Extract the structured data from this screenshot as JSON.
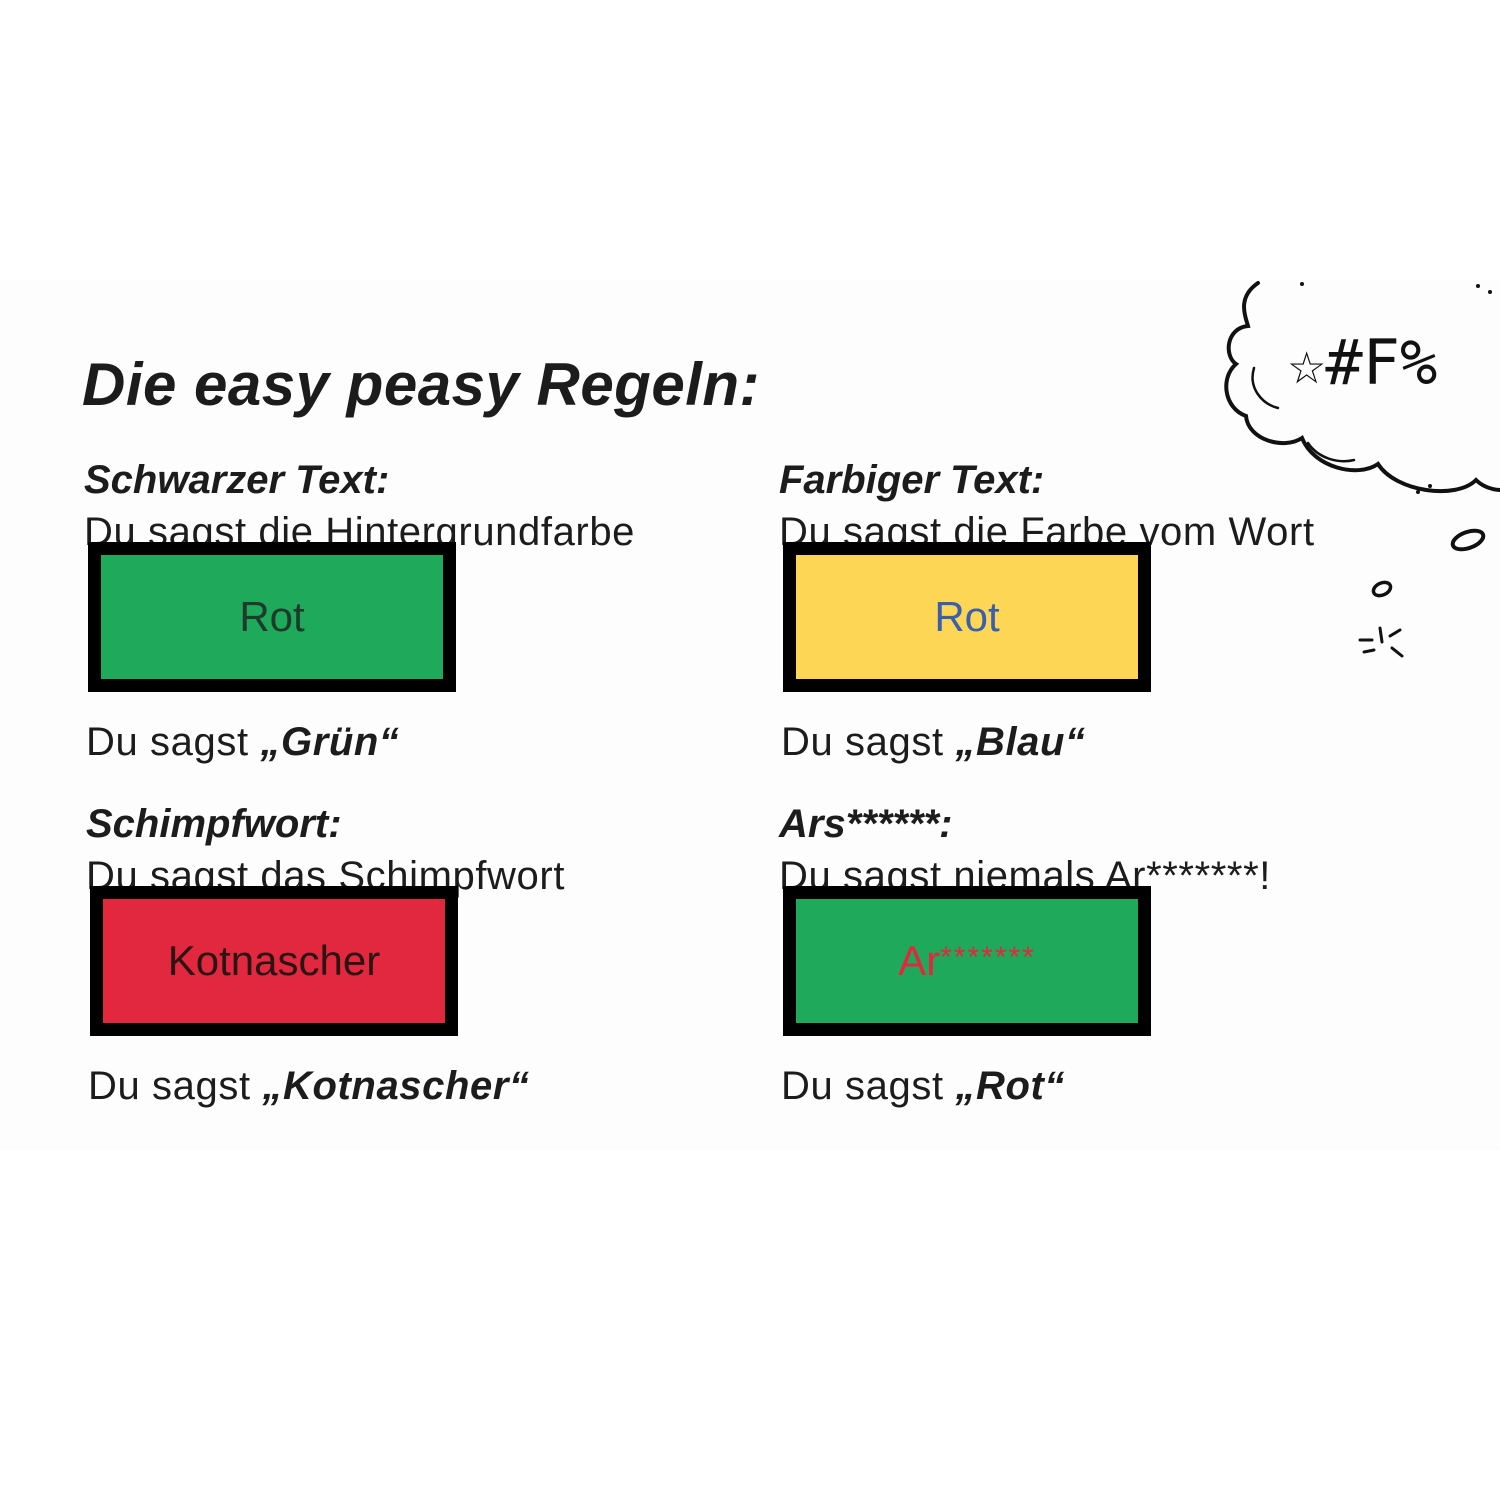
{
  "title": "Die easy peasy Regeln:",
  "rules": [
    {
      "heading": "Schwarzer Text:",
      "description": "Du sagst die Hintergrundfarbe",
      "card": {
        "word": "Rot",
        "stars": "",
        "background": "#1fa95a",
        "text_color": "#1e3a2a"
      },
      "answer": {
        "prefix": "Du sagst ",
        "value": "„Grün“"
      }
    },
    {
      "heading": "Farbiger Text:",
      "description": "Du sagst die Farbe vom Wort",
      "card": {
        "word": "Rot",
        "stars": "",
        "background": "#fdd655",
        "text_color": "#3a5fae"
      },
      "answer": {
        "prefix": "Du sagst ",
        "value": "„Blau“"
      }
    },
    {
      "heading": "Schimpfwort:",
      "description": "Du sagst das Schimpfwort",
      "card": {
        "word": "Kotnascher",
        "stars": "",
        "background": "#e2283f",
        "text_color": "#2a1414"
      },
      "answer": {
        "prefix": "Du sagst ",
        "value": "„Kotnascher“"
      }
    },
    {
      "heading": "Ars******:",
      "description": "Du sagst niemals Ar*******!",
      "card": {
        "word": "Ar",
        "stars": "*******",
        "background": "#1fa95a",
        "text_color": "#e2283f"
      },
      "answer": {
        "prefix": "Du sagst ",
        "value": "„Rot“"
      }
    }
  ],
  "doodle": {
    "text": "☆#F%",
    "icon": "thought-bubble-icon"
  }
}
